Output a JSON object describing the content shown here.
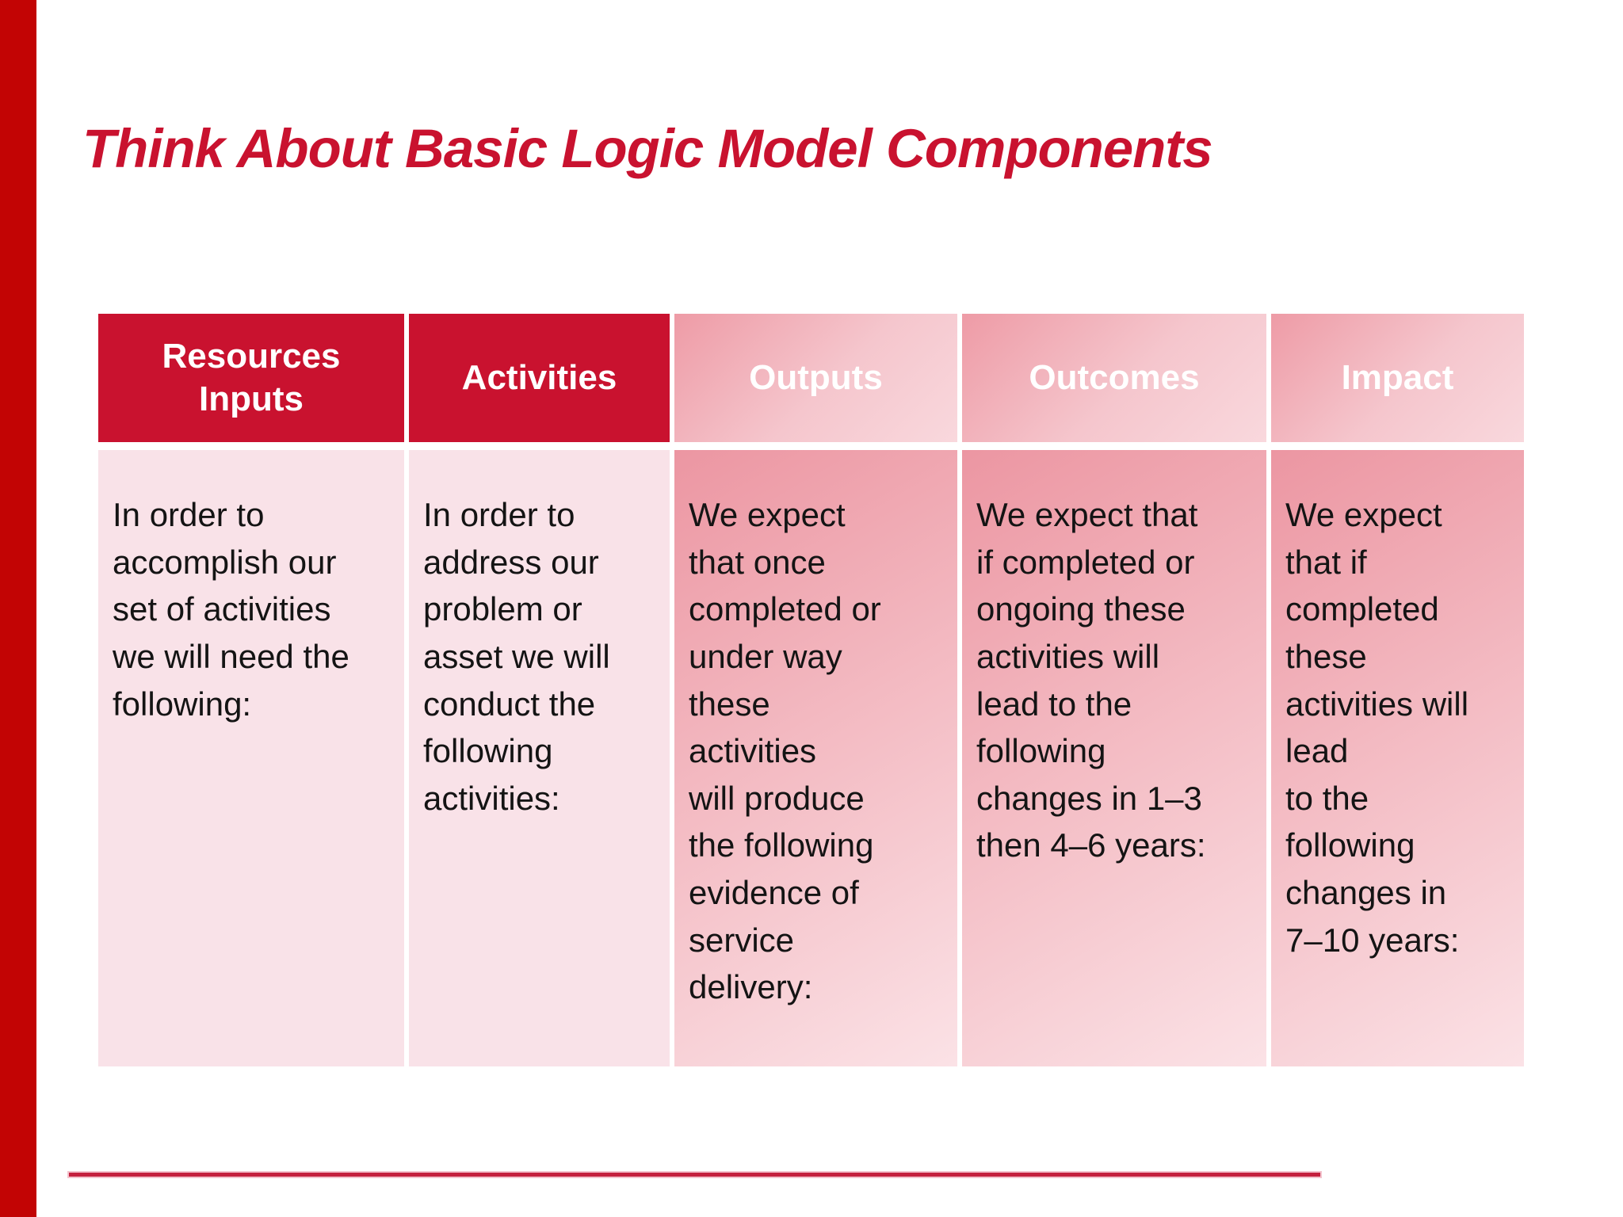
{
  "title": "Think About Basic Logic Model Components",
  "table": {
    "columns": [
      {
        "header": "Resources\nInputs",
        "body": "In order to\naccomplish our\nset of activities\nwe will need the\nfollowing:"
      },
      {
        "header": "Activities",
        "body": "In order to\naddress our\nproblem or\nasset we will\nconduct the\nfollowing\nactivities:"
      },
      {
        "header": "Outputs",
        "body": "We expect\nthat once\ncompleted or\nunder way\nthese\nactivities\nwill produce\nthe following\nevidence of\nservice\ndelivery:"
      },
      {
        "header": "Outcomes",
        "body": "We expect that\nif completed or\nongoing these\nactivities will\nlead to the\nfollowing\nchanges in 1–3\nthen 4–6 years:"
      },
      {
        "header": "Impact",
        "body": "We expect\nthat if\ncompleted\nthese\nactivities will\nlead\nto the\nfollowing\nchanges in\n7–10 years:"
      }
    ]
  },
  "colors": {
    "left_bar_red": "#c20404",
    "title_red": "#c9122f",
    "header_dark_red": "#c9122f",
    "header_pink_gradient_start": "#ee9ba6",
    "header_pink_gradient_end": "#f9d8dd",
    "body_light_pink": "#f9e2e8",
    "body_gradient_start": "#ec96a2",
    "body_gradient_end": "#fbe2e6",
    "footer_rule_red": "#c4203e",
    "header_text": "#ffffff",
    "body_text": "#141414"
  }
}
